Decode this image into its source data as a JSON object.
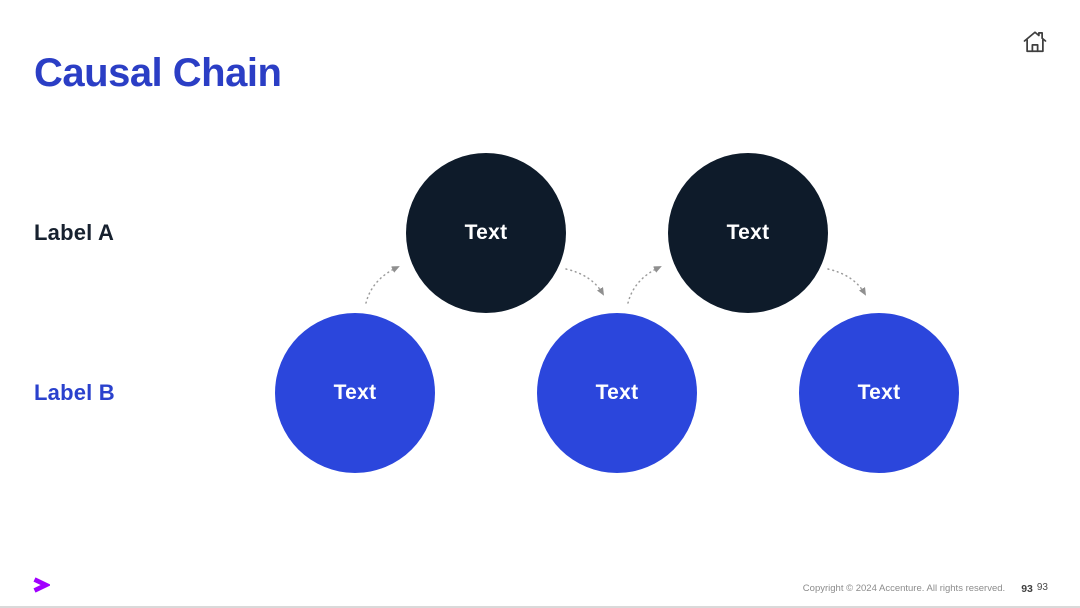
{
  "slide": {
    "title": "Causal Chain"
  },
  "rows": {
    "a": {
      "label": "Label A",
      "color": "#17212f"
    },
    "b": {
      "label": "Label B",
      "color": "#2a41cd"
    }
  },
  "nodes": [
    {
      "label": "Text",
      "row": "A",
      "fill": "#0e1b2a"
    },
    {
      "label": "Text",
      "row": "A",
      "fill": "#0e1b2a"
    },
    {
      "label": "Text",
      "row": "B",
      "fill": "#2b46dc"
    },
    {
      "label": "Text",
      "row": "B",
      "fill": "#2b46dc"
    },
    {
      "label": "Text",
      "row": "B",
      "fill": "#2b46dc"
    }
  ],
  "connectors": [
    {
      "from": "blue-1",
      "to": "dark-1",
      "style": "dotted-arrow"
    },
    {
      "from": "dark-1",
      "to": "blue-2",
      "style": "dotted-arrow"
    },
    {
      "from": "blue-2",
      "to": "dark-2",
      "style": "dotted-arrow"
    },
    {
      "from": "dark-2",
      "to": "blue-3",
      "style": "dotted-arrow"
    }
  ],
  "header": {
    "home_icon": "home-icon"
  },
  "footer": {
    "logo_icon": "accenture-greater-than",
    "copyright": "Copyright © 2024 Accenture. All rights reserved.",
    "page_number": "93",
    "page_number_secondary": "93"
  },
  "colors": {
    "title_blue": "#2b3ec5",
    "label_a_dark": "#17212f",
    "label_b_blue": "#2a41cd",
    "node_dark_navy": "#0e1b2a",
    "node_royal_blue": "#2b46dc",
    "arrow_gray": "#9b9b9b",
    "accenture_purple": "#a100ff",
    "copyright_gray": "#8c8c8c"
  }
}
